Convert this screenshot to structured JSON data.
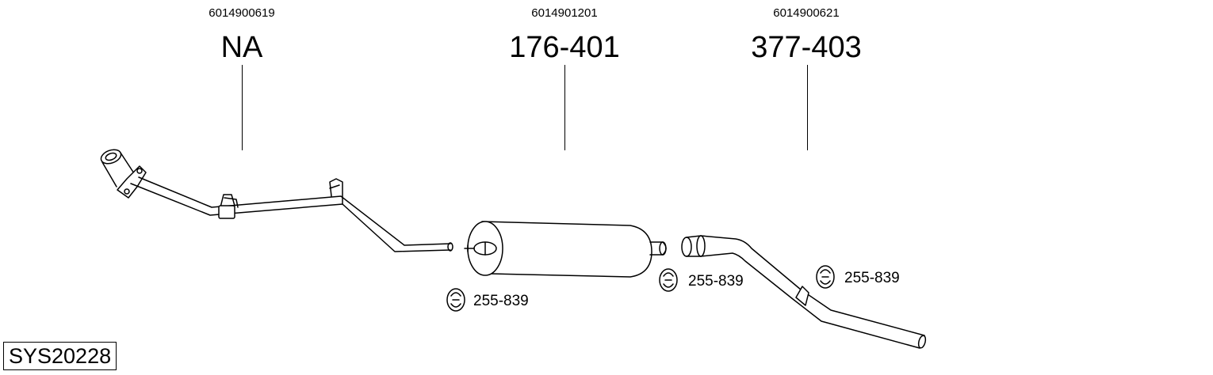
{
  "parts": [
    {
      "oem": "6014900619",
      "number": "NA"
    },
    {
      "oem": "6014901201",
      "number": "176-401"
    },
    {
      "oem": "6014900621",
      "number": "377-403"
    }
  ],
  "hangers": [
    {
      "label": "255-839"
    },
    {
      "label": "255-839"
    },
    {
      "label": "255-839"
    }
  ],
  "system_code": "SYS20228"
}
